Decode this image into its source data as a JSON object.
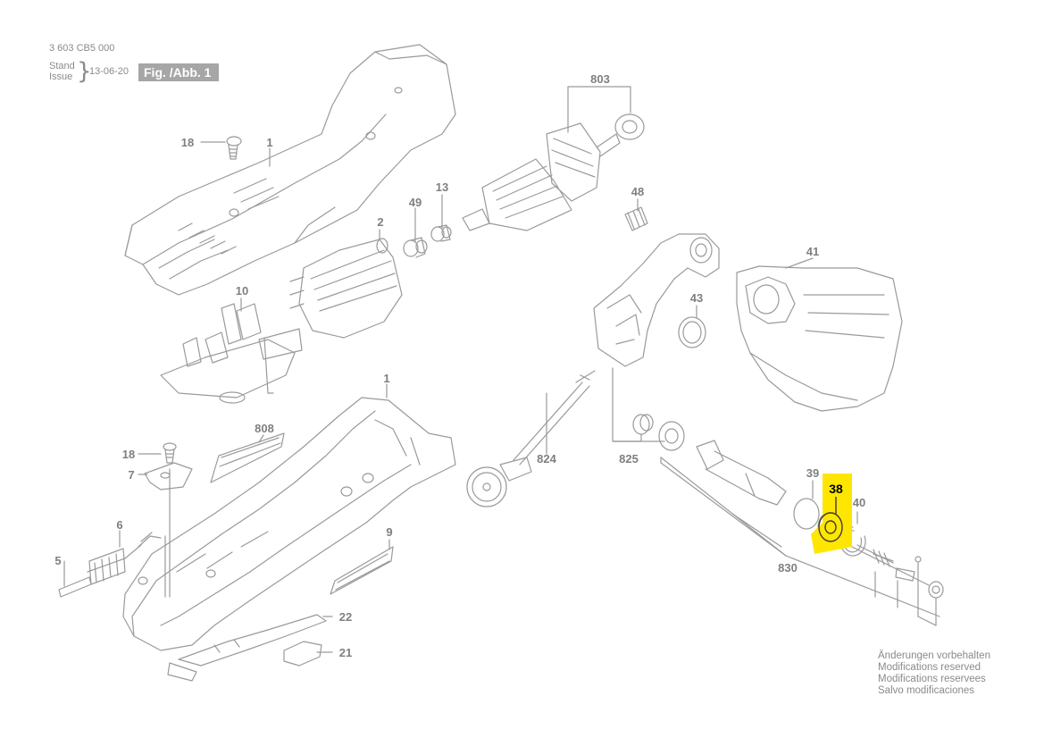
{
  "header": {
    "doc_number": "3 603 CB5 000",
    "stand_label": "Stand",
    "issue_label": "Issue",
    "date": "13-06-20",
    "figure_label": "Fig. /Abb. 1"
  },
  "callouts": {
    "c803": "803",
    "c18a": "18",
    "c1a": "1",
    "c13": "13",
    "c49": "49",
    "c2": "2",
    "c48": "48",
    "c41": "41",
    "c43": "43",
    "c10": "10",
    "c1b": "1",
    "c808": "808",
    "c18b": "18",
    "c7": "7",
    "c6": "6",
    "c5": "5",
    "c9": "9",
    "c22": "22",
    "c21": "21",
    "c824": "824",
    "c825": "825",
    "c39": "39",
    "c38": "38",
    "c40": "40",
    "c830": "830"
  },
  "highlight": {
    "part": "38",
    "color": "#ffe600"
  },
  "notes": [
    "Änderungen vorbehalten",
    "Modifications reserved",
    "Modifications reservees",
    "Salvo modificaciones"
  ],
  "colors": {
    "line": "#9a9a9a",
    "text": "#7f7f7f",
    "highlight_text": "#000000"
  }
}
